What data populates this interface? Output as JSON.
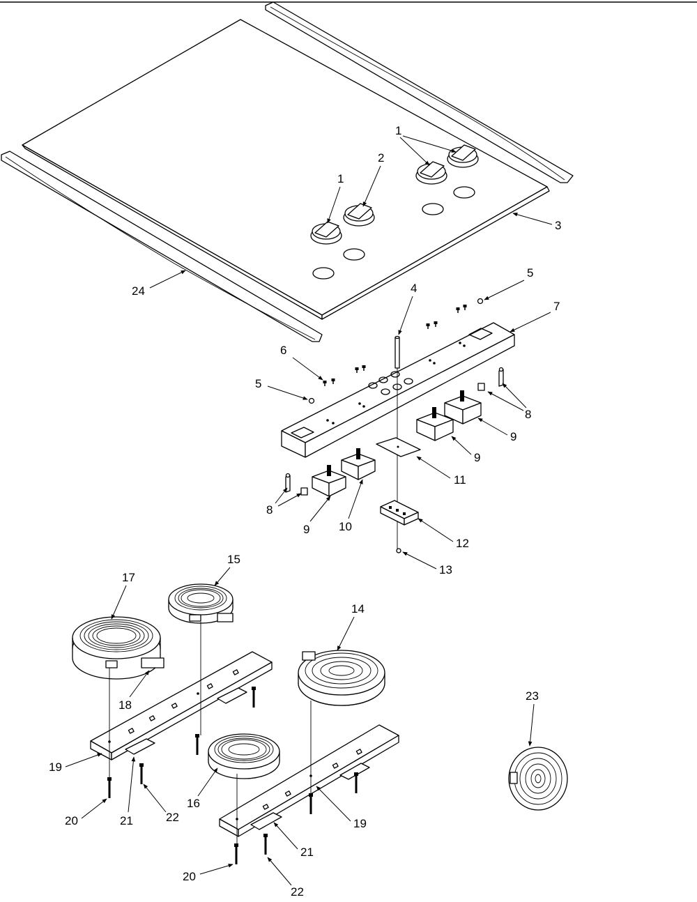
{
  "callouts": [
    {
      "id": "c1a",
      "text": "1"
    },
    {
      "id": "c1b",
      "text": "1"
    },
    {
      "id": "c2",
      "text": "2"
    },
    {
      "id": "c3",
      "text": "3"
    },
    {
      "id": "c4",
      "text": "4"
    },
    {
      "id": "c5a",
      "text": "5"
    },
    {
      "id": "c5b",
      "text": "5"
    },
    {
      "id": "c6",
      "text": "6"
    },
    {
      "id": "c7",
      "text": "7"
    },
    {
      "id": "c8a",
      "text": "8"
    },
    {
      "id": "c8b",
      "text": "8"
    },
    {
      "id": "c9a",
      "text": "9"
    },
    {
      "id": "c9b",
      "text": "9"
    },
    {
      "id": "c9c",
      "text": "9"
    },
    {
      "id": "c10",
      "text": "10"
    },
    {
      "id": "c11",
      "text": "11"
    },
    {
      "id": "c12",
      "text": "12"
    },
    {
      "id": "c13",
      "text": "13"
    },
    {
      "id": "c14",
      "text": "14"
    },
    {
      "id": "c15",
      "text": "15"
    },
    {
      "id": "c16",
      "text": "16"
    },
    {
      "id": "c17",
      "text": "17"
    },
    {
      "id": "c18",
      "text": "18"
    },
    {
      "id": "c19a",
      "text": "19"
    },
    {
      "id": "c19b",
      "text": "19"
    },
    {
      "id": "c20a",
      "text": "20"
    },
    {
      "id": "c20b",
      "text": "20"
    },
    {
      "id": "c21a",
      "text": "21"
    },
    {
      "id": "c21b",
      "text": "21"
    },
    {
      "id": "c22a",
      "text": "22"
    },
    {
      "id": "c22b",
      "text": "22"
    },
    {
      "id": "c23",
      "text": "23"
    },
    {
      "id": "c24",
      "text": "24"
    }
  ]
}
